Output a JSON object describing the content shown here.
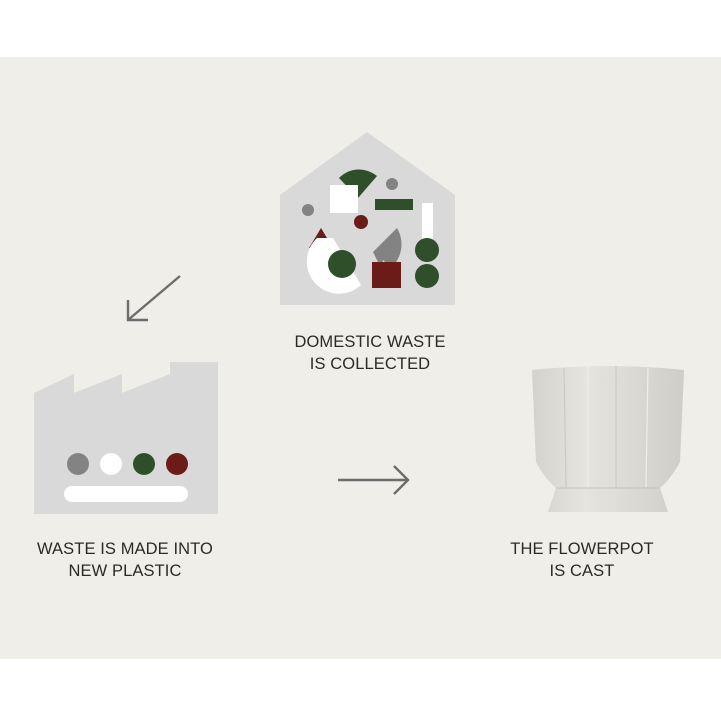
{
  "colors": {
    "paper": "#efeee8",
    "shape_gray": "#d9d9d9",
    "medium_gray": "#838383",
    "dark_green": "#2f4f2b",
    "dark_red": "#6b1c19",
    "white": "#ffffff",
    "arrow": "#6d6d6d",
    "text": "#2a2a2a"
  },
  "steps": [
    {
      "line1": "DOMESTIC WASTE",
      "line2": "IS COLLECTED",
      "icon": "house-icon"
    },
    {
      "line1": "WASTE IS MADE INTO",
      "line2": "NEW PLASTIC",
      "icon": "factory-icon"
    },
    {
      "line1": "THE FLOWERPOT",
      "line2": "IS CAST",
      "icon": "flowerpot-icon"
    }
  ],
  "arrows": [
    {
      "icon": "arrow-down-left-icon"
    },
    {
      "icon": "arrow-right-icon"
    }
  ]
}
